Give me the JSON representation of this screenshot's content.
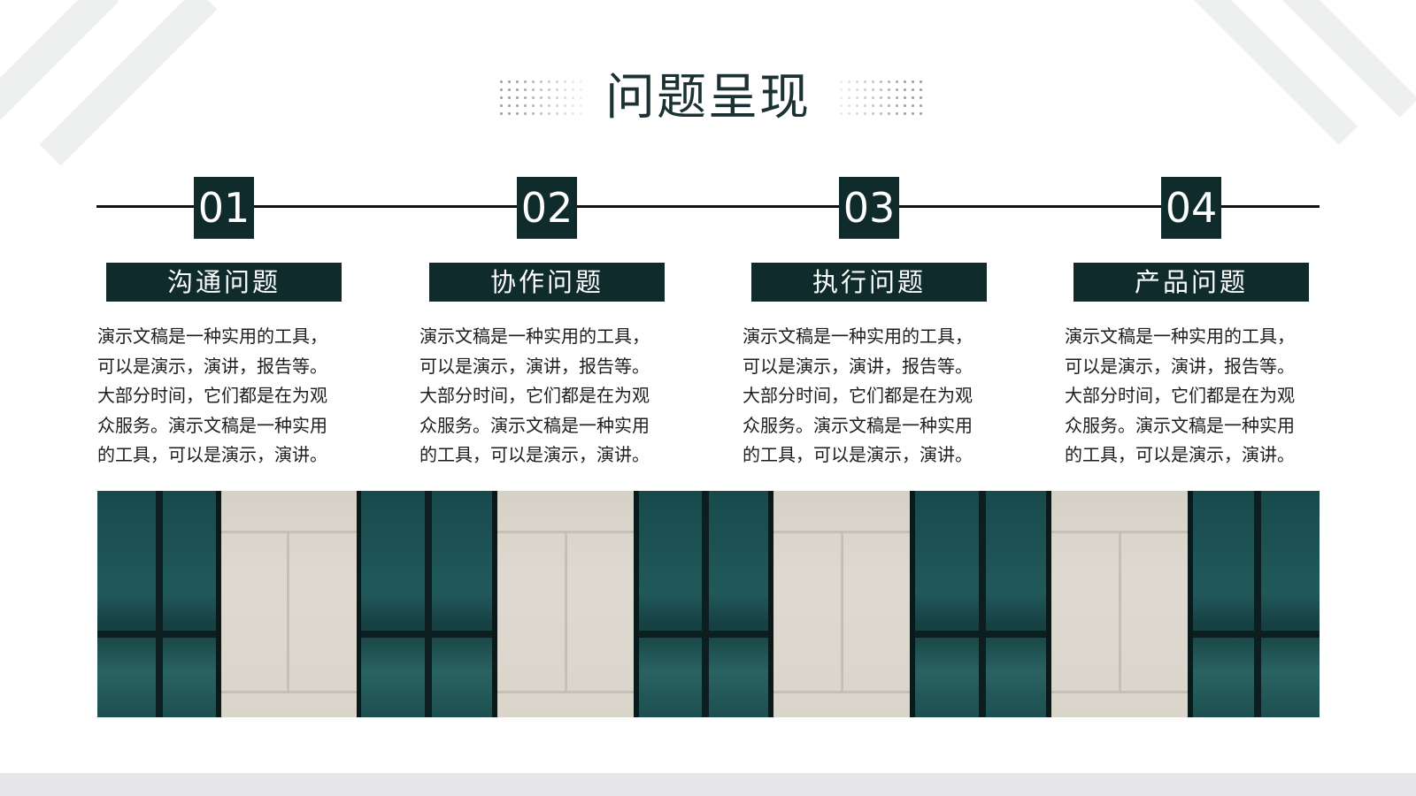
{
  "title": "问题呈现",
  "items": [
    {
      "number": "01",
      "label": "沟通问题",
      "description": "演示文稿是一种实用的工具，\n可以是演示，演讲，报告等。\n大部分时间，它们都是在为观\n众服务。演示文稿是一种实用\n的工具，可以是演示，演讲。"
    },
    {
      "number": "02",
      "label": "协作问题",
      "description": "演示文稿是一种实用的工具，\n可以是演示，演讲，报告等。\n大部分时间，它们都是在为观\n众服务。演示文稿是一种实用\n的工具，可以是演示，演讲。"
    },
    {
      "number": "03",
      "label": "执行问题",
      "description": "演示文稿是一种实用的工具，\n可以是演示，演讲，报告等。\n大部分时间，它们都是在为观\n众服务。演示文稿是一种实用\n的工具，可以是演示，演讲。"
    },
    {
      "number": "04",
      "label": "产品问题",
      "description": "演示文稿是一种实用的工具，\n可以是演示，演讲，报告等。\n大部分时间，它们都是在为观\n众服务。演示文稿是一种实用\n的工具，可以是演示，演讲。"
    }
  ],
  "colors": {
    "accent_dark_teal": "#0f2b2c",
    "title_color": "#1b3132",
    "photo_window_teal": "#184a4c",
    "photo_stone_beige": "#d9d5cb"
  },
  "image": {
    "subject": "building-facade-photo"
  }
}
